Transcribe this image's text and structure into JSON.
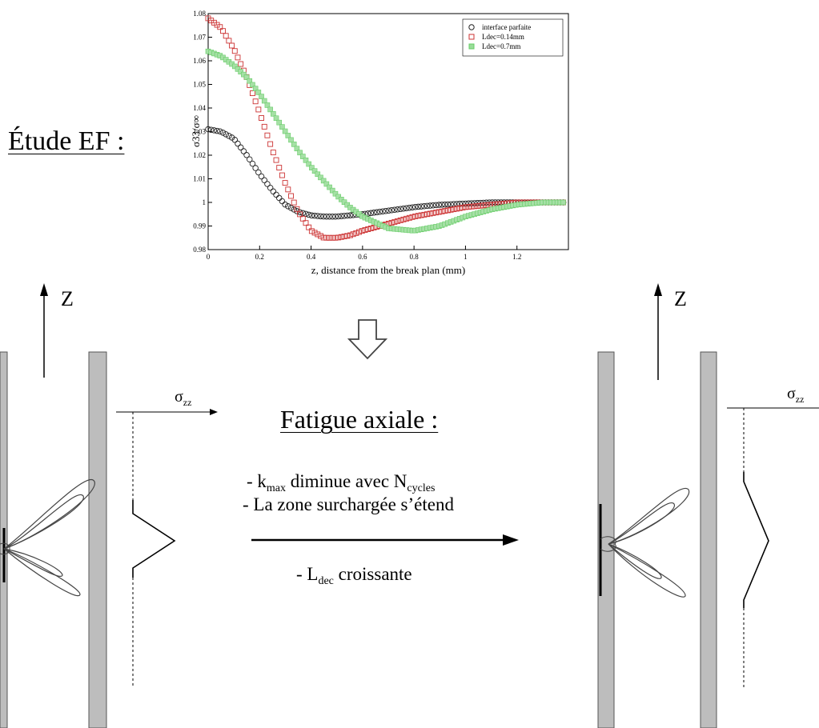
{
  "heading_etude": "Étude EF :",
  "heading_fatigue": "Fatigue axiale :",
  "bullets": {
    "line1_pre": "- k",
    "line1_sub": "max",
    "line1_mid": " diminue avec N",
    "line1_sub2": "cycles",
    "line2": "- La zone surchargée s’étend",
    "line3_pre": "- L",
    "line3_sub": "dec",
    "line3_post": " croissante"
  },
  "axis_z_label": "Z",
  "sigma": {
    "symbol": "σ",
    "sub": "zz"
  },
  "colors": {
    "black_series": "#222222",
    "red_series": "#cc3333",
    "green_series": "#66cc66",
    "fiber": "#bdbdbd"
  },
  "icons": {
    "down_arrow": "hollow-down-arrow-icon",
    "right_arrow": "right-arrow-icon"
  },
  "chart_data": {
    "type": "scatter",
    "xlabel": "z, distance from the break plan (mm)",
    "ylabel": "σ33/σ∞",
    "xlim": [
      0,
      1.4
    ],
    "ylim": [
      0.98,
      1.08
    ],
    "xticks": [
      "0",
      "0.2",
      "0.4",
      "0.6",
      "0.8",
      "1",
      "1.2"
    ],
    "yticks": [
      "0.98",
      "0.99",
      "1",
      "1.01",
      "1.02",
      "1.03",
      "1.04",
      "1.05",
      "1.06",
      "1.07",
      "1.08"
    ],
    "legend_position": "top-right",
    "series": [
      {
        "name": "interface parfaite",
        "marker": "circle",
        "color": "#222222",
        "x": [
          0,
          0.05,
          0.1,
          0.15,
          0.2,
          0.25,
          0.3,
          0.35,
          0.4,
          0.45,
          0.5,
          0.6,
          0.7,
          0.8,
          0.9,
          1.0,
          1.1,
          1.2,
          1.3,
          1.38
        ],
        "y": [
          1.031,
          1.03,
          1.027,
          1.02,
          1.012,
          1.005,
          0.999,
          0.996,
          0.9945,
          0.994,
          0.994,
          0.995,
          0.9965,
          0.998,
          0.999,
          0.9995,
          1.0,
          1.0,
          1.0,
          1.0
        ]
      },
      {
        "name": "Ldec=0.14mm",
        "marker": "square",
        "color": "#cc3333",
        "x": [
          0,
          0.05,
          0.1,
          0.15,
          0.2,
          0.25,
          0.3,
          0.35,
          0.4,
          0.45,
          0.5,
          0.55,
          0.6,
          0.7,
          0.8,
          0.9,
          1.0,
          1.1,
          1.2,
          1.3,
          1.38
        ],
        "y": [
          1.078,
          1.074,
          1.065,
          1.053,
          1.038,
          1.022,
          1.008,
          0.996,
          0.988,
          0.985,
          0.985,
          0.986,
          0.988,
          0.991,
          0.994,
          0.996,
          0.998,
          0.999,
          1.0,
          1.0,
          1.0
        ]
      },
      {
        "name": "Ldec=0.7mm",
        "marker": "filled-square",
        "color": "#66cc66",
        "x": [
          0,
          0.05,
          0.1,
          0.15,
          0.2,
          0.25,
          0.3,
          0.35,
          0.4,
          0.45,
          0.5,
          0.55,
          0.6,
          0.7,
          0.8,
          0.9,
          1.0,
          1.1,
          1.2,
          1.3,
          1.38
        ],
        "y": [
          1.064,
          1.062,
          1.058,
          1.053,
          1.046,
          1.038,
          1.03,
          1.022,
          1.015,
          1.009,
          1.003,
          0.998,
          0.994,
          0.989,
          0.988,
          0.99,
          0.994,
          0.997,
          0.999,
          1.0,
          1.0
        ]
      }
    ]
  }
}
